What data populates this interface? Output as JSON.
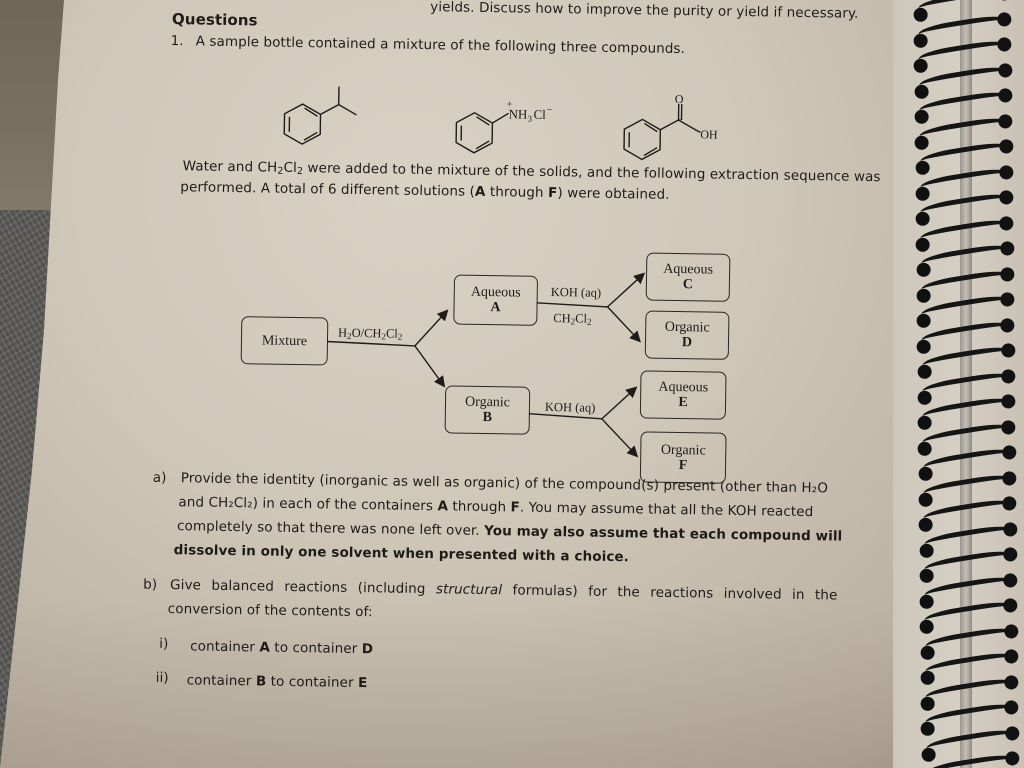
{
  "page": {
    "top_cut_text": "yields. Discuss how to improve the purity or yield if necessary.",
    "heading": "Questions",
    "question_1": {
      "number": "1.",
      "intro": "A sample bottle contained a mixture of the following three compounds.",
      "compounds": [
        {
          "name": "isopropylbenzene (cumene)",
          "icon": "benzene-ring-with-isopropyl"
        },
        {
          "name": "benzylammonium chloride",
          "label": "NH3Cl−",
          "charge": "+",
          "icon": "benzene-ring-with-ch2-nh3cl"
        },
        {
          "name": "phenylacetic acid",
          "label_carbonyl": "O",
          "label_hydroxyl": "OH",
          "icon": "benzene-ring-with-ch2-cooh"
        }
      ],
      "setup_line1_pre": "Water and CH",
      "setup_line1_post": "were added to the mixture of the solids, and the following extraction sequence was",
      "setup_line2_pre": "performed.  A total of 6 different solutions (",
      "setup_line2_A": "A",
      "setup_line2_mid": " through ",
      "setup_line2_F": "F",
      "setup_line2_post": ") were obtained."
    },
    "diagram": {
      "start": {
        "label": "Mixture"
      },
      "step1_reagent": "H2O/CH2Cl2",
      "boxes": [
        {
          "phase": "Aqueous",
          "letter": "A"
        },
        {
          "phase": "Organic",
          "letter": "B"
        },
        {
          "phase": "Aqueous",
          "letter": "C"
        },
        {
          "phase": "Organic",
          "letter": "D"
        },
        {
          "phase": "Aqueous",
          "letter": "E"
        },
        {
          "phase": "Organic",
          "letter": "F"
        }
      ],
      "stepA_reagent_top": "KOH (aq)",
      "stepA_reagent_bottom": "CH2Cl2",
      "stepB_reagent": "KOH (aq)"
    },
    "part_a": {
      "label": "a)",
      "line1": "Provide the identity (inorganic as well as organic) of the compound(s) present (other than H₂O",
      "line2_pre": "and CH₂Cl₂) in each of the containers ",
      "line2_A": "A",
      "line2_mid": " through ",
      "line2_F": "F",
      "line2_post": ".  You may assume that all the KOH reacted",
      "line3": "completely so that there was none left over.  ",
      "line3_bold": "You may also assume that each compound will",
      "line4_bold": "dissolve in only one solvent when presented with a choice."
    },
    "part_b": {
      "label": "b)",
      "line1_pre": "Give balanced reactions (including ",
      "line1_ital": "structural",
      "line1_post": " formulas) for the reactions involved in the",
      "line2": "conversion of the contents of:",
      "items": [
        {
          "label": "i)",
          "pre": "container ",
          "from": "A",
          "mid": " to container ",
          "to": "D"
        },
        {
          "label": "ii)",
          "pre": "container ",
          "from": "B",
          "mid": " to container ",
          "to": "E"
        }
      ]
    }
  },
  "colors": {
    "paper": "#d2cabc",
    "ink": "#1e1b18",
    "spiral": "#141414",
    "tabletop": "#736a59",
    "blanket": "#5e5d5a"
  }
}
